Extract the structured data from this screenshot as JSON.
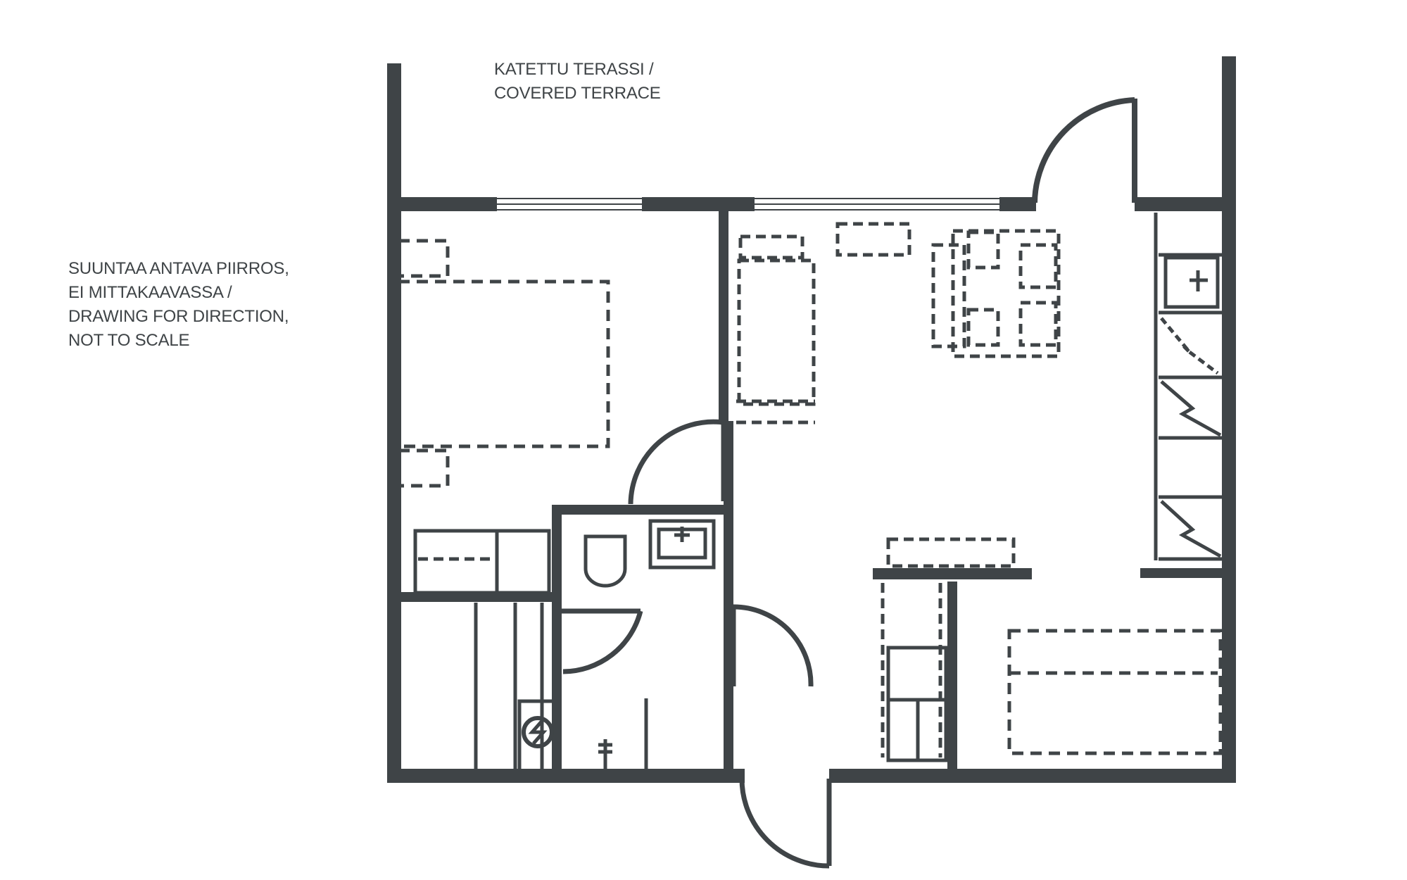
{
  "terrace_label": {
    "line1": "KATETTU TERASSI /",
    "line2": "COVERED TERRACE"
  },
  "note": {
    "line1": "SUUNTAA ANTAVA PIIRROS,",
    "line2": "EI MITTAKAAVASSA /",
    "line3": "DRAWING FOR DIRECTION,",
    "line4": "NOT TO SCALE"
  },
  "colors": {
    "ink": "#3f4447",
    "background": "#ffffff"
  },
  "icons": {
    "laundry": "washing-machine-icon"
  }
}
